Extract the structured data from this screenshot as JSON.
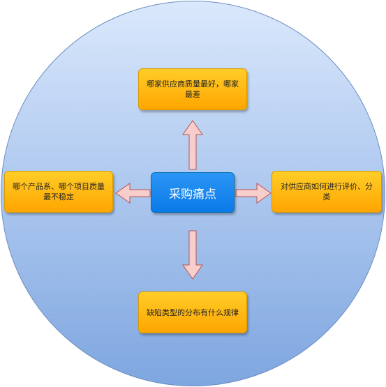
{
  "center": {
    "label": "采购痛点"
  },
  "nodes": {
    "top": "哪家供应商质量最好，哪家最差",
    "left": "哪个产品系、哪个项目质量最不稳定",
    "right": "对供应商如何进行评价、分类",
    "bottom": "缺陷类型的分布有什么规律"
  },
  "colors": {
    "circle_fill_top": "#dae8fc",
    "circle_fill_bottom": "#7ea6e0",
    "circle_stroke": "#6c8ebf",
    "node_fill_top": "#ffcd28",
    "node_fill_bottom": "#ffa500",
    "node_stroke": "#d79b00",
    "center_fill": "#1a85ee",
    "arrow_fill": "#f8cecc",
    "arrow_stroke": "#b85450"
  }
}
